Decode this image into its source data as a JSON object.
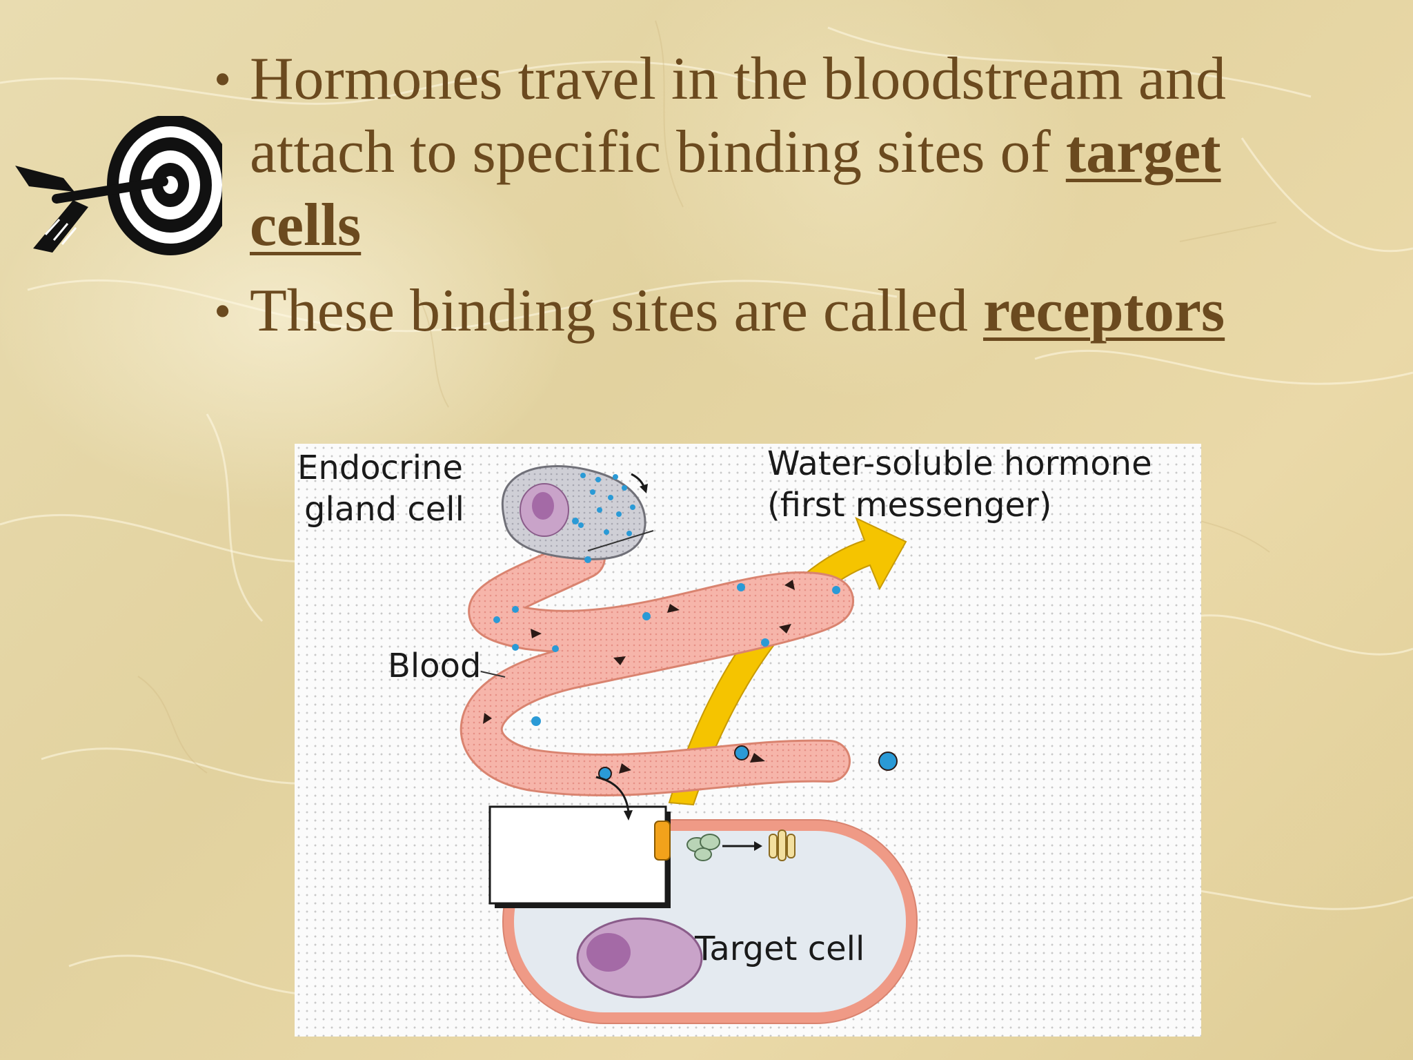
{
  "slide": {
    "bullets": [
      {
        "text": "Hormones travel in the bloodstream and attach to specific binding sites of ",
        "keyword": "target cells"
      },
      {
        "text": "These binding sites are called ",
        "keyword": "receptors"
      }
    ]
  },
  "diagram": {
    "labels": {
      "endocrine_line1": "Endocrine",
      "endocrine_line2": "gland cell",
      "hormone_line1": "Water-soluble hormone",
      "hormone_line2": "(first messenger)",
      "blood": "Blood",
      "target": "Target cell"
    }
  },
  "icons": {
    "target": "arrow-in-bullseye-icon"
  },
  "colors": {
    "text": "#6b4a1f",
    "blood_vessel": "#f6b5aa",
    "hormone": "#2a9ad6",
    "signal_arrow": "#f5c400",
    "cell_membrane": "#ef9a86",
    "nucleus": "#c9a3c9"
  }
}
